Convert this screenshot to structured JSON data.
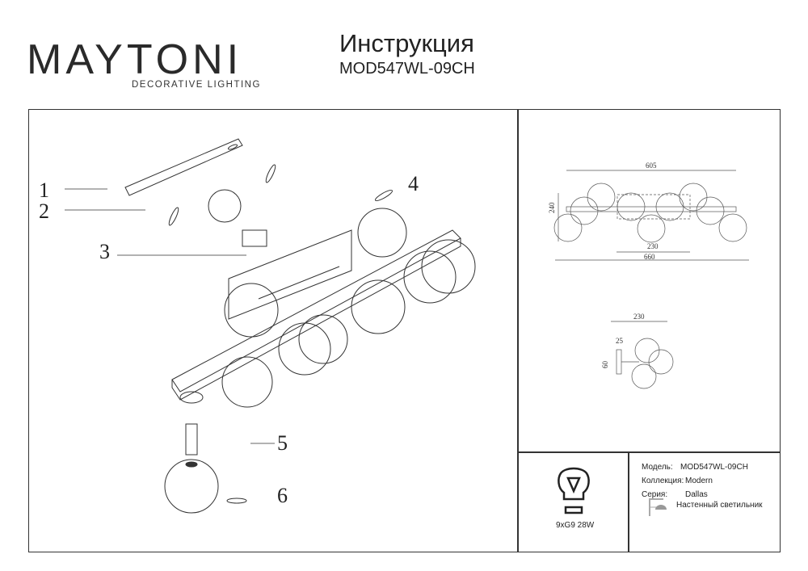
{
  "header": {
    "logo": "MAYTONI",
    "logo_subtitle": "DECORATIVE LIGHTING",
    "title": "Инструкция",
    "model": "MOD547WL-09CH"
  },
  "assembly": {
    "callouts": [
      "1",
      "2",
      "3",
      "4",
      "5",
      "6"
    ]
  },
  "dimensions": {
    "front": {
      "width_top": "605",
      "height": "240",
      "base": "230",
      "total": "660"
    },
    "side": {
      "depth": "230",
      "offset": "25",
      "base_height": "60"
    }
  },
  "bulb": {
    "icon": "light-bulb-icon",
    "spec": "9xG9 28W"
  },
  "info": {
    "model_label": "Модель:",
    "model_value": "MOD547WL-09CH",
    "collection_label": "Коллекция:",
    "collection_value": "Modern",
    "series_label": "Серия:",
    "series_value": "Dallas",
    "type_icon": "wall-lamp-icon",
    "type_value": "Настенный светильник"
  }
}
